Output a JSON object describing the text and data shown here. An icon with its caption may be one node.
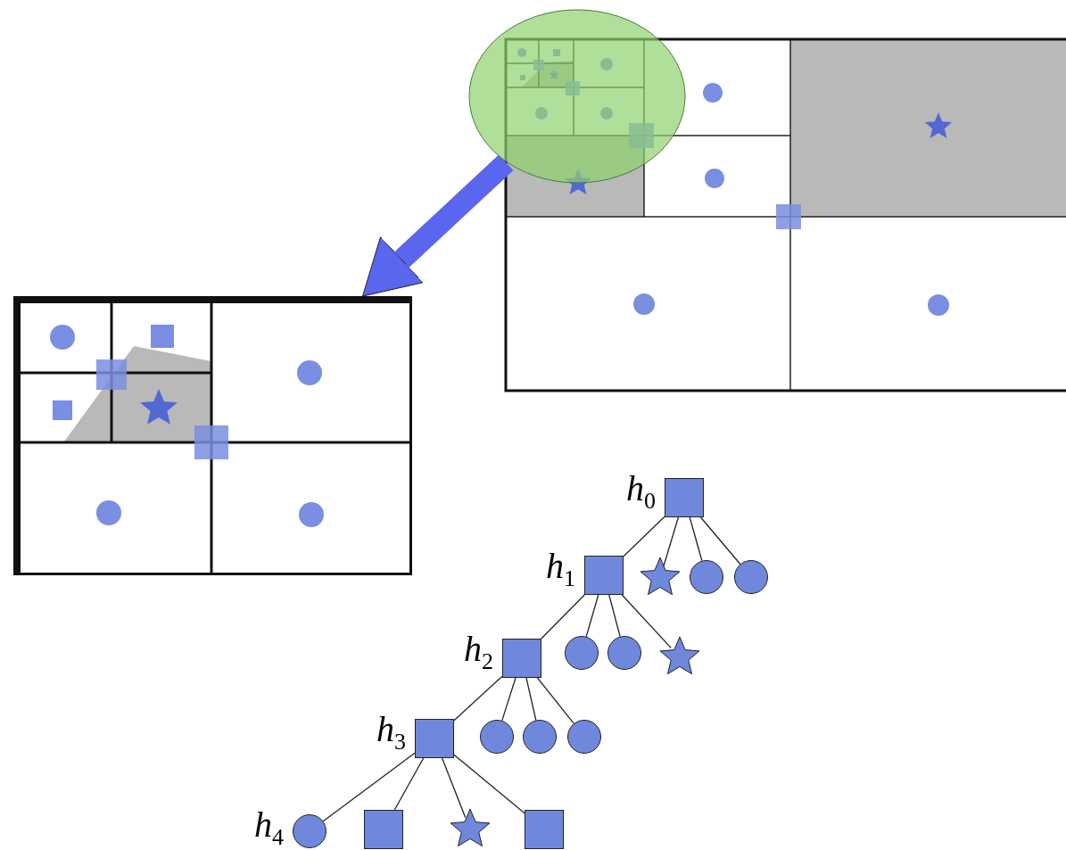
{
  "diagram": {
    "nodes": [
      {
        "text": [],
        "shape": "circle"
      },
      {
        "text": [],
        "shape": "box"
      },
      {
        "text": [],
        "shape": "box",
        "beside": [
          "h$_{0}$"
        ]
      },
      {
        "text": [],
        "shape": "box",
        "beside": [
          "h$_{1}$"
        ]
      },
      {
        "text": [],
        "shape": "star"
      },
      {
        "text": [],
        "shape": "circle"
      },
      {
        "text": [],
        "shape": "circle"
      },
      {
        "text": [],
        "shape": "box",
        "beside": [
          "h$_{2}$"
        ]
      },
      {
        "text": [],
        "shape": "circle"
      },
      {
        "text": [],
        "shape": "circle"
      },
      {
        "text": [],
        "shape": "star"
      },
      {
        "text": [],
        "shape": "box",
        "beside": [
          "h$_{3}$"
        ]
      },
      {
        "text": [],
        "shape": "circle"
      },
      {
        "text": [],
        "shape": "circle"
      },
      {
        "text": [],
        "shape": "circle"
      },
      {
        "text": [],
        "shape": "circle",
        "beside": [
          "h$_{4}$"
        ]
      },
      {
        "text": [],
        "shape": "box"
      },
      {
        "text": [],
        "shape": "star"
      },
      {
        "text": [],
        "shape": "box"
      }
    ],
    "edges": [
      {
        "from": 0,
        "to": 1,
        "arrow": "to",
        "style": "thick",
        "color": "#5a66ee"
      },
      {
        "from": 2,
        "to": 3,
        "arrow": "none"
      },
      {
        "from": 2,
        "to": 4,
        "arrow": "none"
      },
      {
        "from": 2,
        "to": 5,
        "arrow": "none"
      },
      {
        "from": 2,
        "to": 6,
        "arrow": "none"
      },
      {
        "from": 3,
        "to": 7,
        "arrow": "none"
      },
      {
        "from": 3,
        "to": 8,
        "arrow": "none"
      },
      {
        "from": 3,
        "to": 9,
        "arrow": "none"
      },
      {
        "from": 3,
        "to": 10,
        "arrow": "none"
      },
      {
        "from": 7,
        "to": 11,
        "arrow": "none"
      },
      {
        "from": 7,
        "to": 12,
        "arrow": "none"
      },
      {
        "from": 7,
        "to": 13,
        "arrow": "none"
      },
      {
        "from": 7,
        "to": 14,
        "arrow": "none"
      },
      {
        "from": 11,
        "to": 15,
        "arrow": "none"
      },
      {
        "from": 11,
        "to": 16,
        "arrow": "none"
      },
      {
        "from": 11,
        "to": 17,
        "arrow": "none"
      },
      {
        "from": 11,
        "to": 18,
        "arrow": "none"
      }
    ]
  }
}
